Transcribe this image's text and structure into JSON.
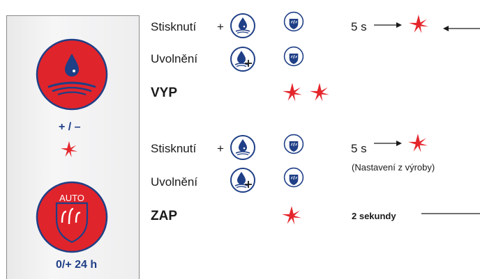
{
  "panel": {
    "plus_minus_label": "+ / –",
    "auto_badge_text": "AUTO",
    "timer_label": "0/+ 24 h"
  },
  "rows": {
    "r1_label": "Stisknutí",
    "r1_plus": "+",
    "r1_time": "5 s",
    "r2_label": "Uvolnění",
    "r3_label": "VYP",
    "r4_label": "Stisknutí",
    "r4_plus": "+",
    "r4_time": "5 s",
    "r4_note": "(Nastavení z výroby)",
    "r5_label": "Uvolnění",
    "r6_label": "ZAP",
    "r6_time": "2 sekundy"
  },
  "icons": {
    "auto_icon_text": "AUTO"
  },
  "colors": {
    "red": "#e0242b",
    "blue": "#1f3f86",
    "led_red": "#e4262c"
  }
}
